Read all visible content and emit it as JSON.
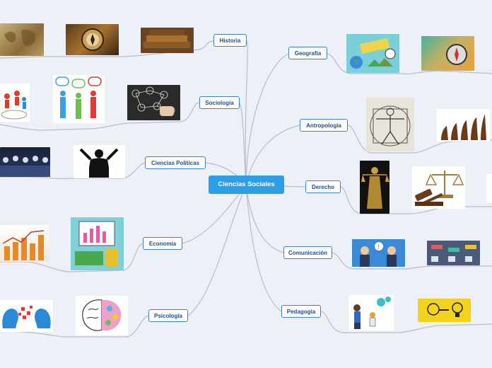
{
  "central_topic": "Ciencias Sociales",
  "branches": [
    {
      "id": "historia",
      "label": "Historia",
      "images": [
        "world-map-image",
        "compass-antique-image",
        "old-books-image"
      ]
    },
    {
      "id": "sociologia",
      "label": "Sociología",
      "images": [
        "people-network-image",
        "people-speech-bubbles-image",
        "hand-drawing-network-image"
      ]
    },
    {
      "id": "ciencias-politicas",
      "label": "Ciencias Políticas",
      "images": [
        "parliament-meeting-image",
        "politician-podium-image"
      ]
    },
    {
      "id": "economia",
      "label": "Economía",
      "images": [
        "bar-chart-coins-image",
        "money-coins-stacks-image"
      ]
    },
    {
      "id": "psicologia",
      "label": "Psicología",
      "images": [
        "heads-puzzle-image",
        "brain-illustration-image"
      ]
    },
    {
      "id": "geografia",
      "label": "Geografía",
      "images": [
        "geografia-collage-image",
        "map-compass-image"
      ]
    },
    {
      "id": "antropologia",
      "label": "Antropología",
      "images": [
        "vitruvian-man-image",
        "human-evolution-image"
      ]
    },
    {
      "id": "derecho",
      "label": "Derecho",
      "images": [
        "lady-justice-image",
        "gavel-scales-image"
      ]
    },
    {
      "id": "comunicacion",
      "label": "Comunicación",
      "images": [
        "people-talking-image",
        "communication-flow-image"
      ]
    },
    {
      "id": "pedagogia",
      "label": "Pedagogía",
      "images": [
        "teacher-student-image",
        "brain-lightbulb-image"
      ]
    }
  ],
  "colors": {
    "background": "#eef0f8",
    "central": "#2a9ee6",
    "node_border": "#3f7fc1",
    "node_text": "#1d4f8c",
    "connector": "#b7bdc8"
  }
}
